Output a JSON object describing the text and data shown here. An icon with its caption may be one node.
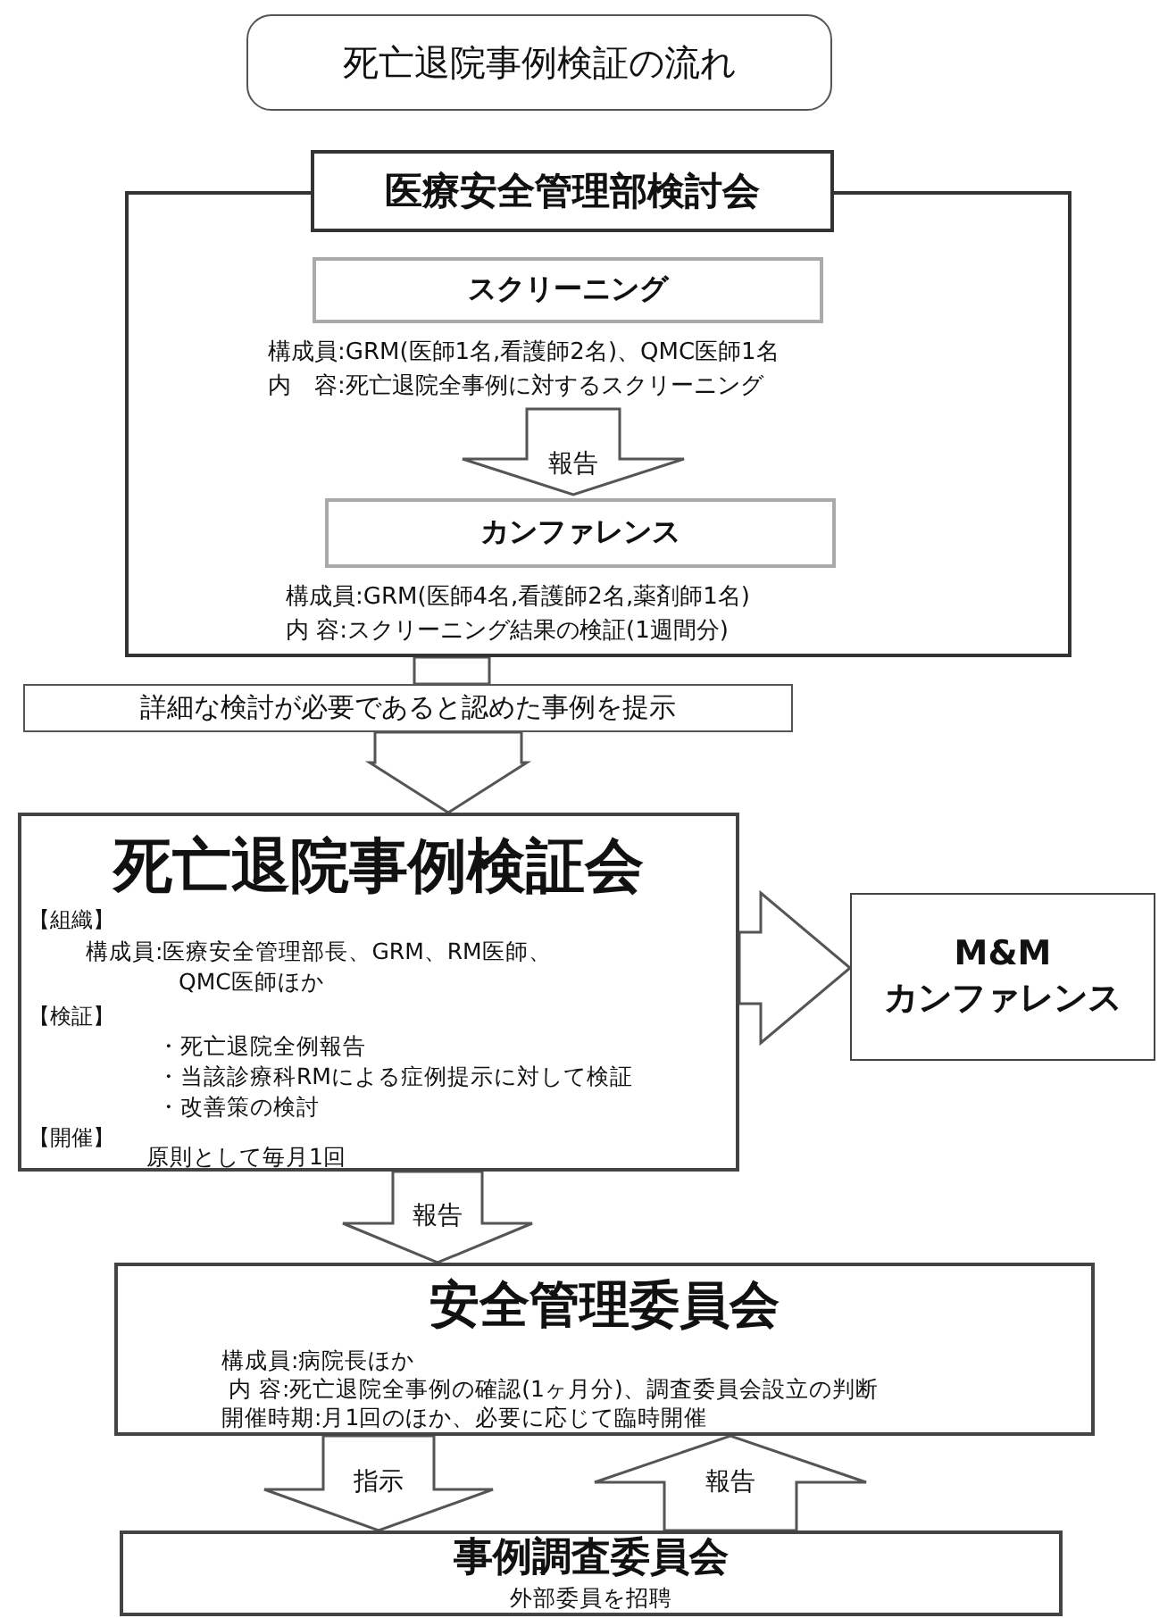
{
  "diagram": {
    "nodes": [
      {
        "text": [
          "死亡退院事例検証の流れ"
        ]
      },
      {
        "text": [
          "医療安全管理部検討会"
        ]
      },
      {
        "text": [
          "スクリーニング"
        ],
        "in": 1,
        "beside": [
          "構成員:GRM(医師1名,看護師2名)、QMC医師1名",
          "内　容:死亡退院全事例に対するスクリーニング"
        ]
      },
      {
        "text": [
          "カンファレンス"
        ],
        "in": 1,
        "beside": [
          "構成員:GRM(医師4名,看護師2名,薬剤師1名)",
          "内 容:スクリーニング結果の検証(1週間分)"
        ]
      },
      {
        "text": [
          "詳細な検討が必要であると認めた事例を提示"
        ]
      },
      {
        "text": [
          "死亡退院事例検証会",
          "【組織】",
          "構成員:医療安全管理部長、GRM、RM医師、QMC医師ほか",
          "【検証】",
          "・死亡退院全例報告",
          "・当該診療科RMによる症例提示に対して検証",
          "・改善策の検討",
          "【開催】",
          "原則として毎月1回"
        ]
      },
      {
        "text": [
          "M&M カンファレンス"
        ]
      },
      {
        "text": [
          "安全管理委員会",
          "構成員:病院長ほか",
          "内 容:死亡退院全事例の確認(1ヶ月分)、調査委員会設立の判断",
          "開催時期:月1回のほか、必要に応じて臨時開催"
        ]
      },
      {
        "text": [
          "事例調査委員会",
          "外部委員を招聘"
        ]
      }
    ],
    "edges": [
      {
        "from": 2,
        "to": 3,
        "arrow": "to",
        "label": "報告"
      },
      {
        "from": 1,
        "to": 4,
        "arrow": "none"
      },
      {
        "from": 4,
        "to": 5,
        "arrow": "to"
      },
      {
        "from": 5,
        "to": 6,
        "arrow": "to"
      },
      {
        "from": 5,
        "to": 7,
        "arrow": "to",
        "label": "報告"
      },
      {
        "from": 7,
        "to": 8,
        "arrow": "to",
        "label": "指示"
      },
      {
        "from": 8,
        "to": 7,
        "arrow": "to",
        "label": "報告"
      }
    ]
  }
}
